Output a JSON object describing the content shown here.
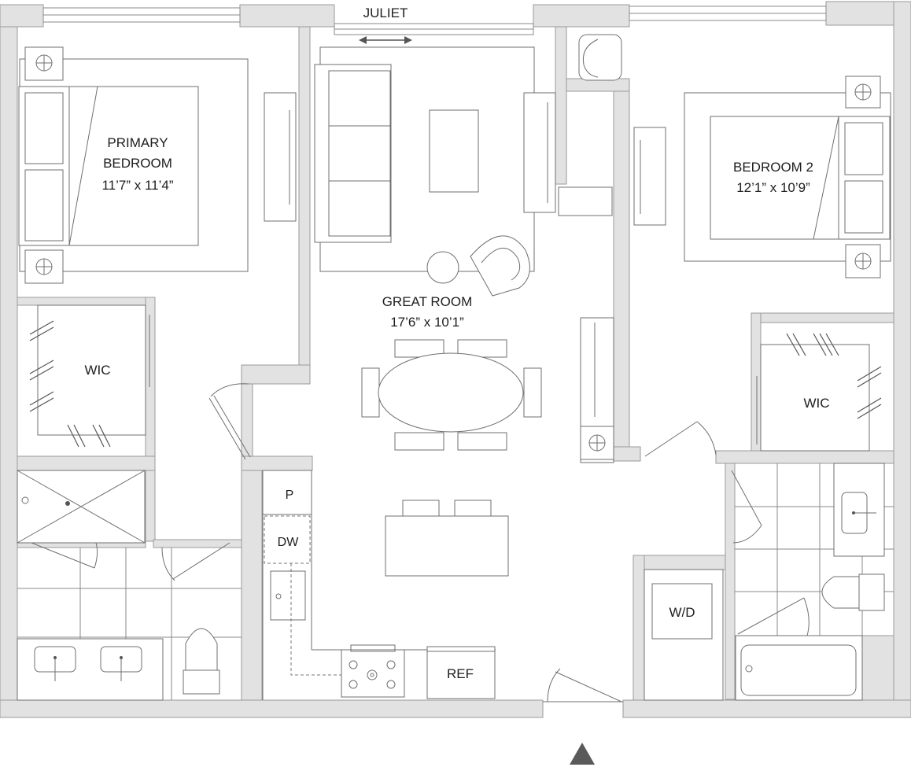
{
  "rooms": {
    "juliet": "JULIET",
    "primary_bedroom": {
      "name_line1": "PRIMARY",
      "name_line2": "BEDROOM",
      "size": "11’7” x 11’4”"
    },
    "bedroom2": {
      "name": "BEDROOM 2",
      "size": "12’1” x 10’9”"
    },
    "great_room": {
      "name": "GREAT ROOM",
      "size": "17’6” x 10’1”"
    },
    "wic_left": "WIC",
    "wic_right": "WIC",
    "pantry": "P",
    "dishwasher": "DW",
    "washer_dryer": "W/D",
    "refrigerator": "REF"
  },
  "colors": {
    "wall": "#e2e2e2",
    "line": "#6f6f6f",
    "text": "#1e1e1e"
  },
  "icons": [
    "double-arrow-icon",
    "north-arrow-icon",
    "lamp-icon"
  ]
}
